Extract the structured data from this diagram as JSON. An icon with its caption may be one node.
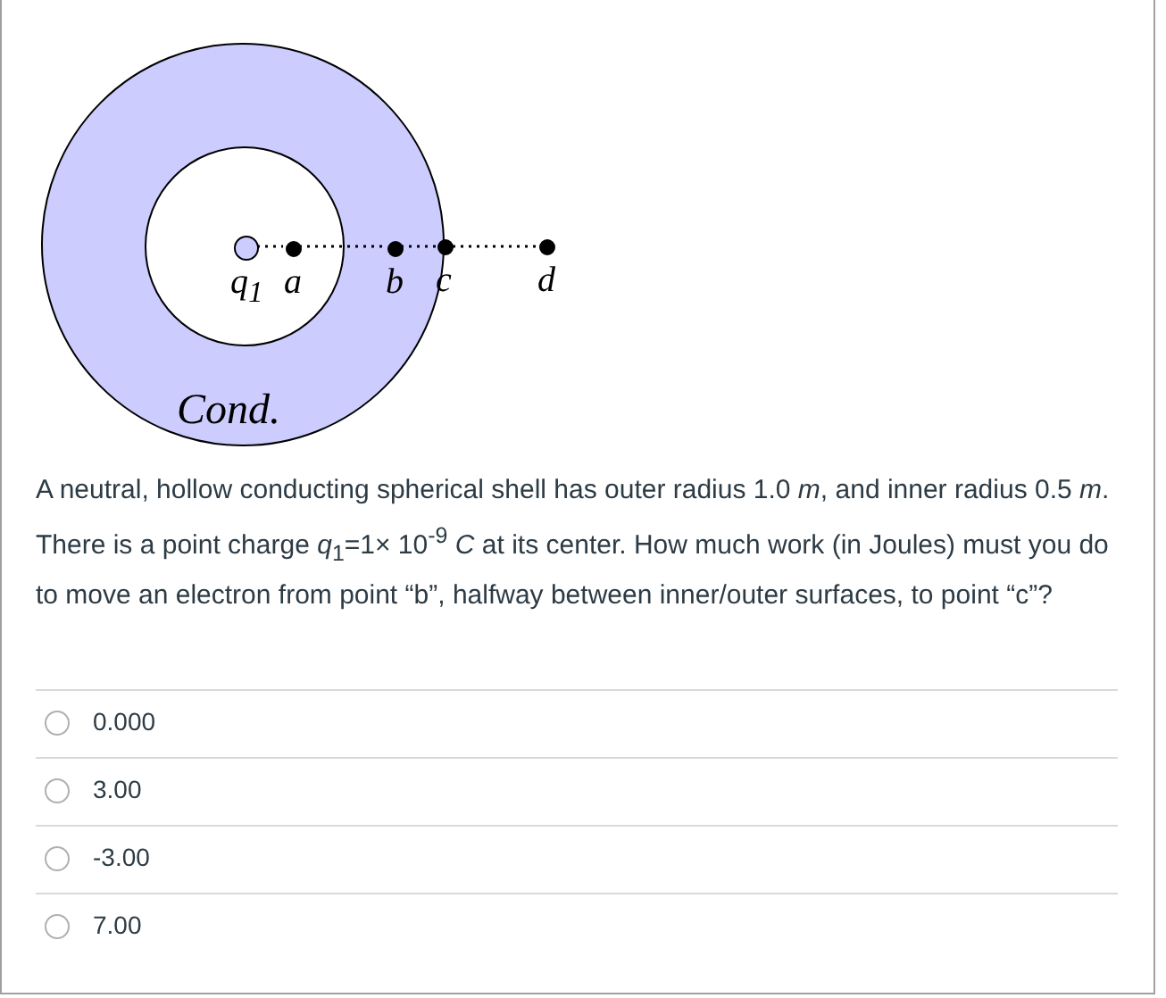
{
  "diagram": {
    "nodes": [
      {
        "text": [
          "Cond."
        ]
      },
      {
        "text": [],
        "shape": "circle",
        "beside": [
          "q$_{1}$"
        ],
        "in": 0
      },
      {
        "text": [],
        "shape": "circle",
        "beside": [
          "a"
        ],
        "in": 0
      },
      {
        "text": [],
        "shape": "circle",
        "beside": [
          "b"
        ],
        "in": 0
      },
      {
        "text": [],
        "shape": "circle",
        "beside": [
          "c"
        ]
      },
      {
        "text": [],
        "shape": "circle",
        "beside": [
          "d"
        ]
      }
    ],
    "edges": [
      {
        "from": 1,
        "to": 2,
        "arrow": "none",
        "style": "dashed"
      },
      {
        "from": 2,
        "to": 3,
        "arrow": "none",
        "style": "dashed"
      },
      {
        "from": 3,
        "to": 4,
        "arrow": "none",
        "style": "dashed"
      },
      {
        "from": 4,
        "to": 5,
        "arrow": "none",
        "style": "dashed"
      }
    ],
    "labels": [
      "A neutral, hollow conducting spherical shell has outer radius 1.0 *m*, and inner radius 0.5 *m*. There is a point charge *q*$_{1}$=1× 10$^{-9}$ *C* at its center. How much work (in Joules) must you do to move an electron from point “b”, halfway between inner/outer surfaces, to point “c”?",
      "0.000",
      "3.00",
      "-3.00",
      "7.00"
    ]
  }
}
